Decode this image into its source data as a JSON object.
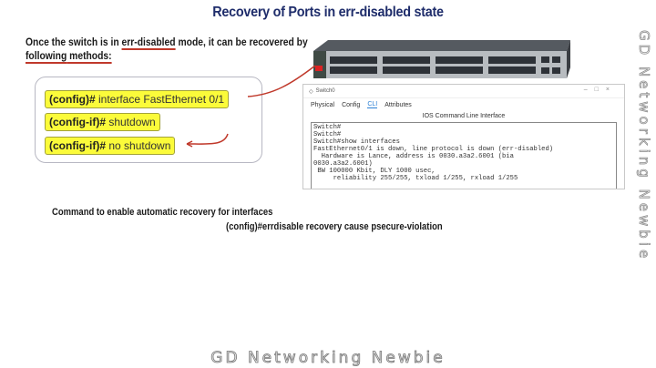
{
  "slide": {
    "title": "Recovery of Ports in err-disabled state",
    "intro": {
      "part1": "Once the switch is in ",
      "highlight1": "err-disabled",
      "part2": " mode, it can be recovered by",
      "highlight2": "following",
      "part3": " methods:"
    },
    "commands": [
      {
        "prompt": "(config)#",
        "text": " interface FastEthernet 0/1"
      },
      {
        "prompt": "(config-if)#",
        "text": " shutdown"
      },
      {
        "prompt": "(config-if)#",
        "text": " no shutdown"
      }
    ],
    "auto_recovery": {
      "label": "Command to enable automatic recovery for interfaces",
      "command": "(config)#errdisable recovery cause psecure-violation"
    }
  },
  "packet_tracer": {
    "window_title": "Switch0",
    "window_controls": [
      "–",
      "□",
      "×"
    ],
    "tabs": [
      "Physical",
      "Config",
      "CLI",
      "Attributes"
    ],
    "active_tab": "CLI",
    "subtitle": "IOS Command Line Interface",
    "terminal_lines": [
      "Switch#",
      "Switch#",
      "Switch#show interfaces",
      "FastEthernet0/1 is down, line protocol is down (err-disabled)",
      "  Hardware is Lance, address is 0030.a3a2.6001 (bia",
      "0030.a3a2.6001)",
      " BW 100000 Kbit, DLY 1000 usec,",
      "     reliability 255/255, txload 1/255, rxload 1/255"
    ]
  },
  "watermarks": {
    "bottom": "GD Networking Newbie",
    "side": "GD Networking Newbie"
  },
  "colors": {
    "title": "#1f2d6b",
    "highlight_cmd": "#fbfb3a",
    "annotation_red": "#c0392b",
    "cli_tab_active": "#2a7fd4"
  }
}
